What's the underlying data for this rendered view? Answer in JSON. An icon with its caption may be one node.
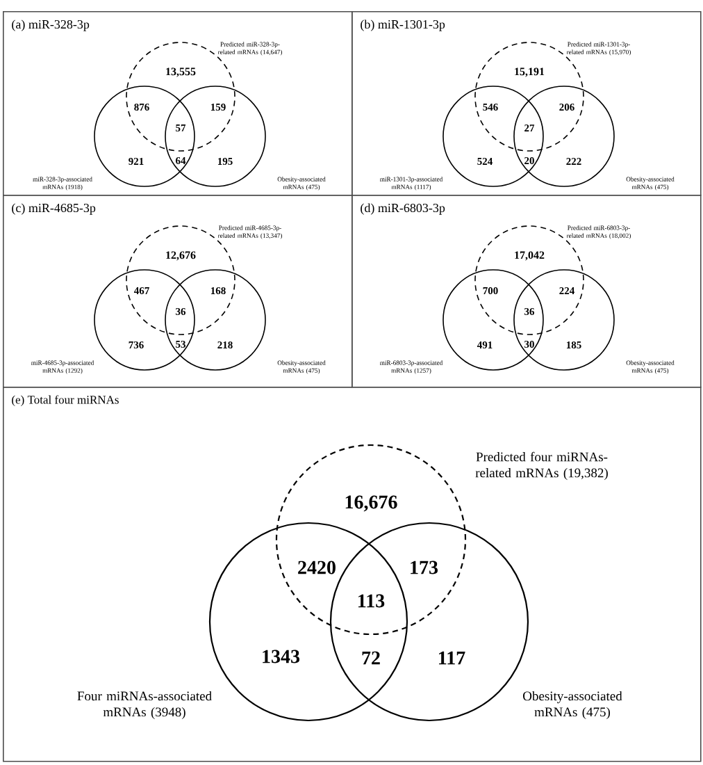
{
  "diagram": {
    "nodes": [
      {
        "text": [
          "(a)  miR-328-3p"
        ]
      },
      {
        "text": [
          "Predicted miR-328-3p-related mRNAs (14,647)"
        ],
        "in": 0
      },
      {
        "text": [
          "miR-328-3p-associated mRNAs (1918)"
        ],
        "in": 0
      },
      {
        "text": [
          "Obesity-associated mRNAs (475)"
        ],
        "in": 0
      },
      {
        "text": [
          "(b)  miR-1301-3p"
        ]
      },
      {
        "text": [
          "Predicted miR-1301-3p-related mRNAs (15,970)"
        ],
        "in": 4
      },
      {
        "text": [
          "miR-1301-3p-associated mRNAs (1117)"
        ],
        "in": 4
      },
      {
        "text": [
          "Obesity-associated mRNAs (475)"
        ],
        "in": 4
      },
      {
        "text": [
          "(c)  miR-4685-3p"
        ]
      },
      {
        "text": [
          "Predicted miR-4685-3p-related mRNAs (13,347)"
        ],
        "in": 8
      },
      {
        "text": [
          "miR-4685-3p-associated mRNAs (1292)"
        ],
        "in": 8
      },
      {
        "text": [
          "Obesity-associated mRNAs (475)"
        ],
        "in": 8
      },
      {
        "text": [
          "(d)  miR-6803-3p"
        ]
      },
      {
        "text": [
          "Predicted miR-6803-3p-related mRNAs (18,002)"
        ],
        "in": 12
      },
      {
        "text": [
          "miR-6803-3p-associated mRNAs (1257)"
        ],
        "in": 12
      },
      {
        "text": [
          "Obesity-associated mRNAs (475)"
        ],
        "in": 12
      },
      {
        "text": [
          "(e) Total four miRNAs"
        ]
      },
      {
        "text": [
          "Predicted four miRNAs-related mRNAs (19,382)"
        ],
        "in": 16
      },
      {
        "text": [
          "Four miRNAs-associated mRNAs (3948)"
        ],
        "in": 16
      },
      {
        "text": [
          "Obesity-associated mRNAs (475)"
        ],
        "in": 16
      }
    ],
    "labels": [
      "13,555",
      "876",
      "159",
      "57",
      "921",
      "64",
      "195",
      "15,191",
      "546",
      "206",
      "27",
      "524",
      "20",
      "222",
      "12,676",
      "467",
      "168",
      "36",
      "736",
      "53",
      "218",
      "17,042",
      "700",
      "224",
      "36",
      "491",
      "30",
      "185",
      "16,676",
      "2420",
      "173",
      "113",
      "1343",
      "72",
      "117"
    ]
  }
}
